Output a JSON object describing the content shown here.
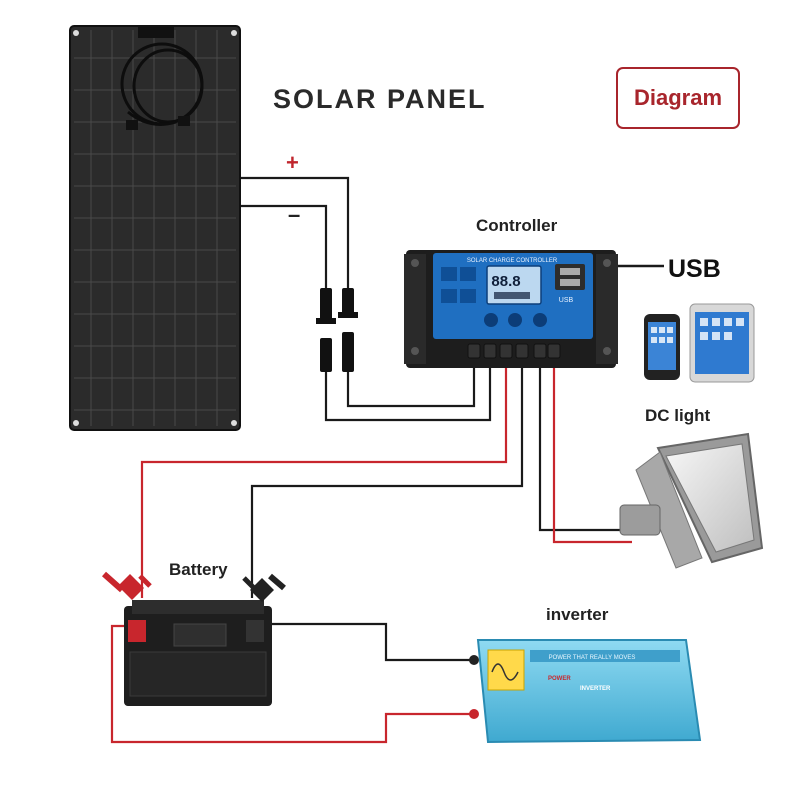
{
  "title": "SOLAR PANEL",
  "badge": "Diagram",
  "labels": {
    "controller": "Controller",
    "usb": "USB",
    "dc_light": "DC light",
    "battery": "Battery",
    "inverter": "inverter",
    "positive": "+",
    "negative": "–"
  },
  "controller_screen": {
    "header": "SOLAR CHARGE CONTROLLER",
    "lcd_reading": "88.8",
    "usb_mark": "USB"
  },
  "inverter_text": {
    "banner": "POWER THAT REALLY MOVES",
    "brand": "POWER",
    "model": "INVERTER"
  },
  "colors": {
    "positive_wire": "#c8262d",
    "negative_wire": "#1a1a1a",
    "badge": "#a8252c",
    "controller_face": "#1f6fc1",
    "inverter_body": "#6cc9e8"
  }
}
